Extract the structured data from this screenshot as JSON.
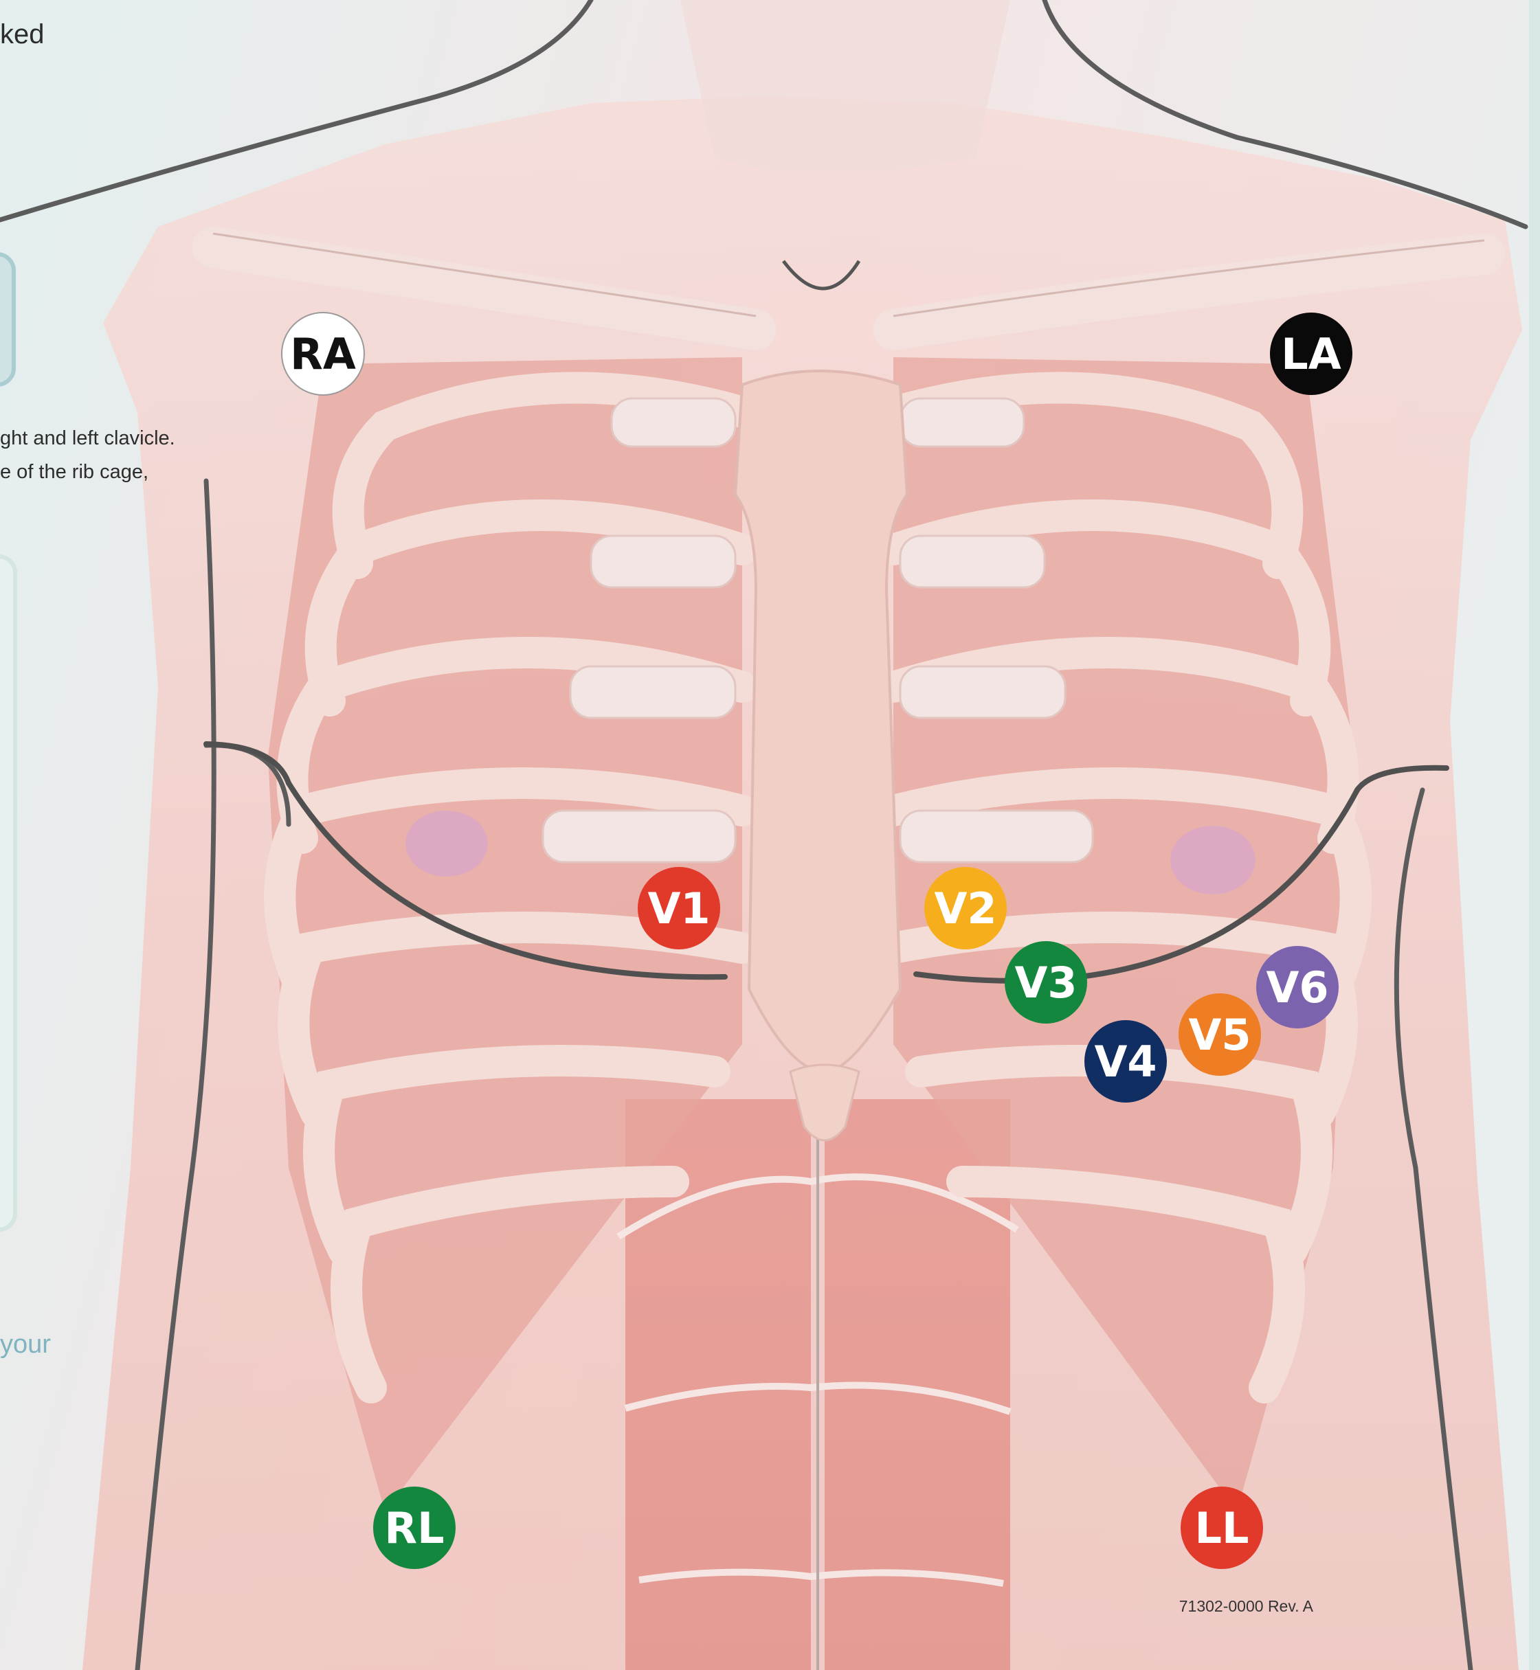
{
  "text_fragments": {
    "top": "ked",
    "clavicle_line": "ght and left clavicle.",
    "rib_line": "e of the rib cage,",
    "your": "your"
  },
  "part_number": "71302-0000 Rev. A",
  "electrodes": [
    {
      "id": "RA",
      "label": "RA",
      "fill": "#ffffff",
      "text_color": "#111111"
    },
    {
      "id": "LA",
      "label": "LA",
      "fill": "#0a0a0a",
      "text_color": "#ffffff"
    },
    {
      "id": "V1",
      "label": "V1",
      "fill": "#e13a2b",
      "text_color": "#ffffff"
    },
    {
      "id": "V2",
      "label": "V2",
      "fill": "#f7ae1c",
      "text_color": "#ffffff"
    },
    {
      "id": "V3",
      "label": "V3",
      "fill": "#12873d",
      "text_color": "#ffffff"
    },
    {
      "id": "V4",
      "label": "V4",
      "fill": "#112e62",
      "text_color": "#ffffff"
    },
    {
      "id": "V5",
      "label": "V5",
      "fill": "#ef7d23",
      "text_color": "#ffffff"
    },
    {
      "id": "V6",
      "label": "V6",
      "fill": "#7b63ae",
      "text_color": "#ffffff"
    },
    {
      "id": "RL",
      "label": "RL",
      "fill": "#12873d",
      "text_color": "#ffffff"
    },
    {
      "id": "LL",
      "label": "LL",
      "fill": "#e13a2b",
      "text_color": "#ffffff"
    }
  ]
}
